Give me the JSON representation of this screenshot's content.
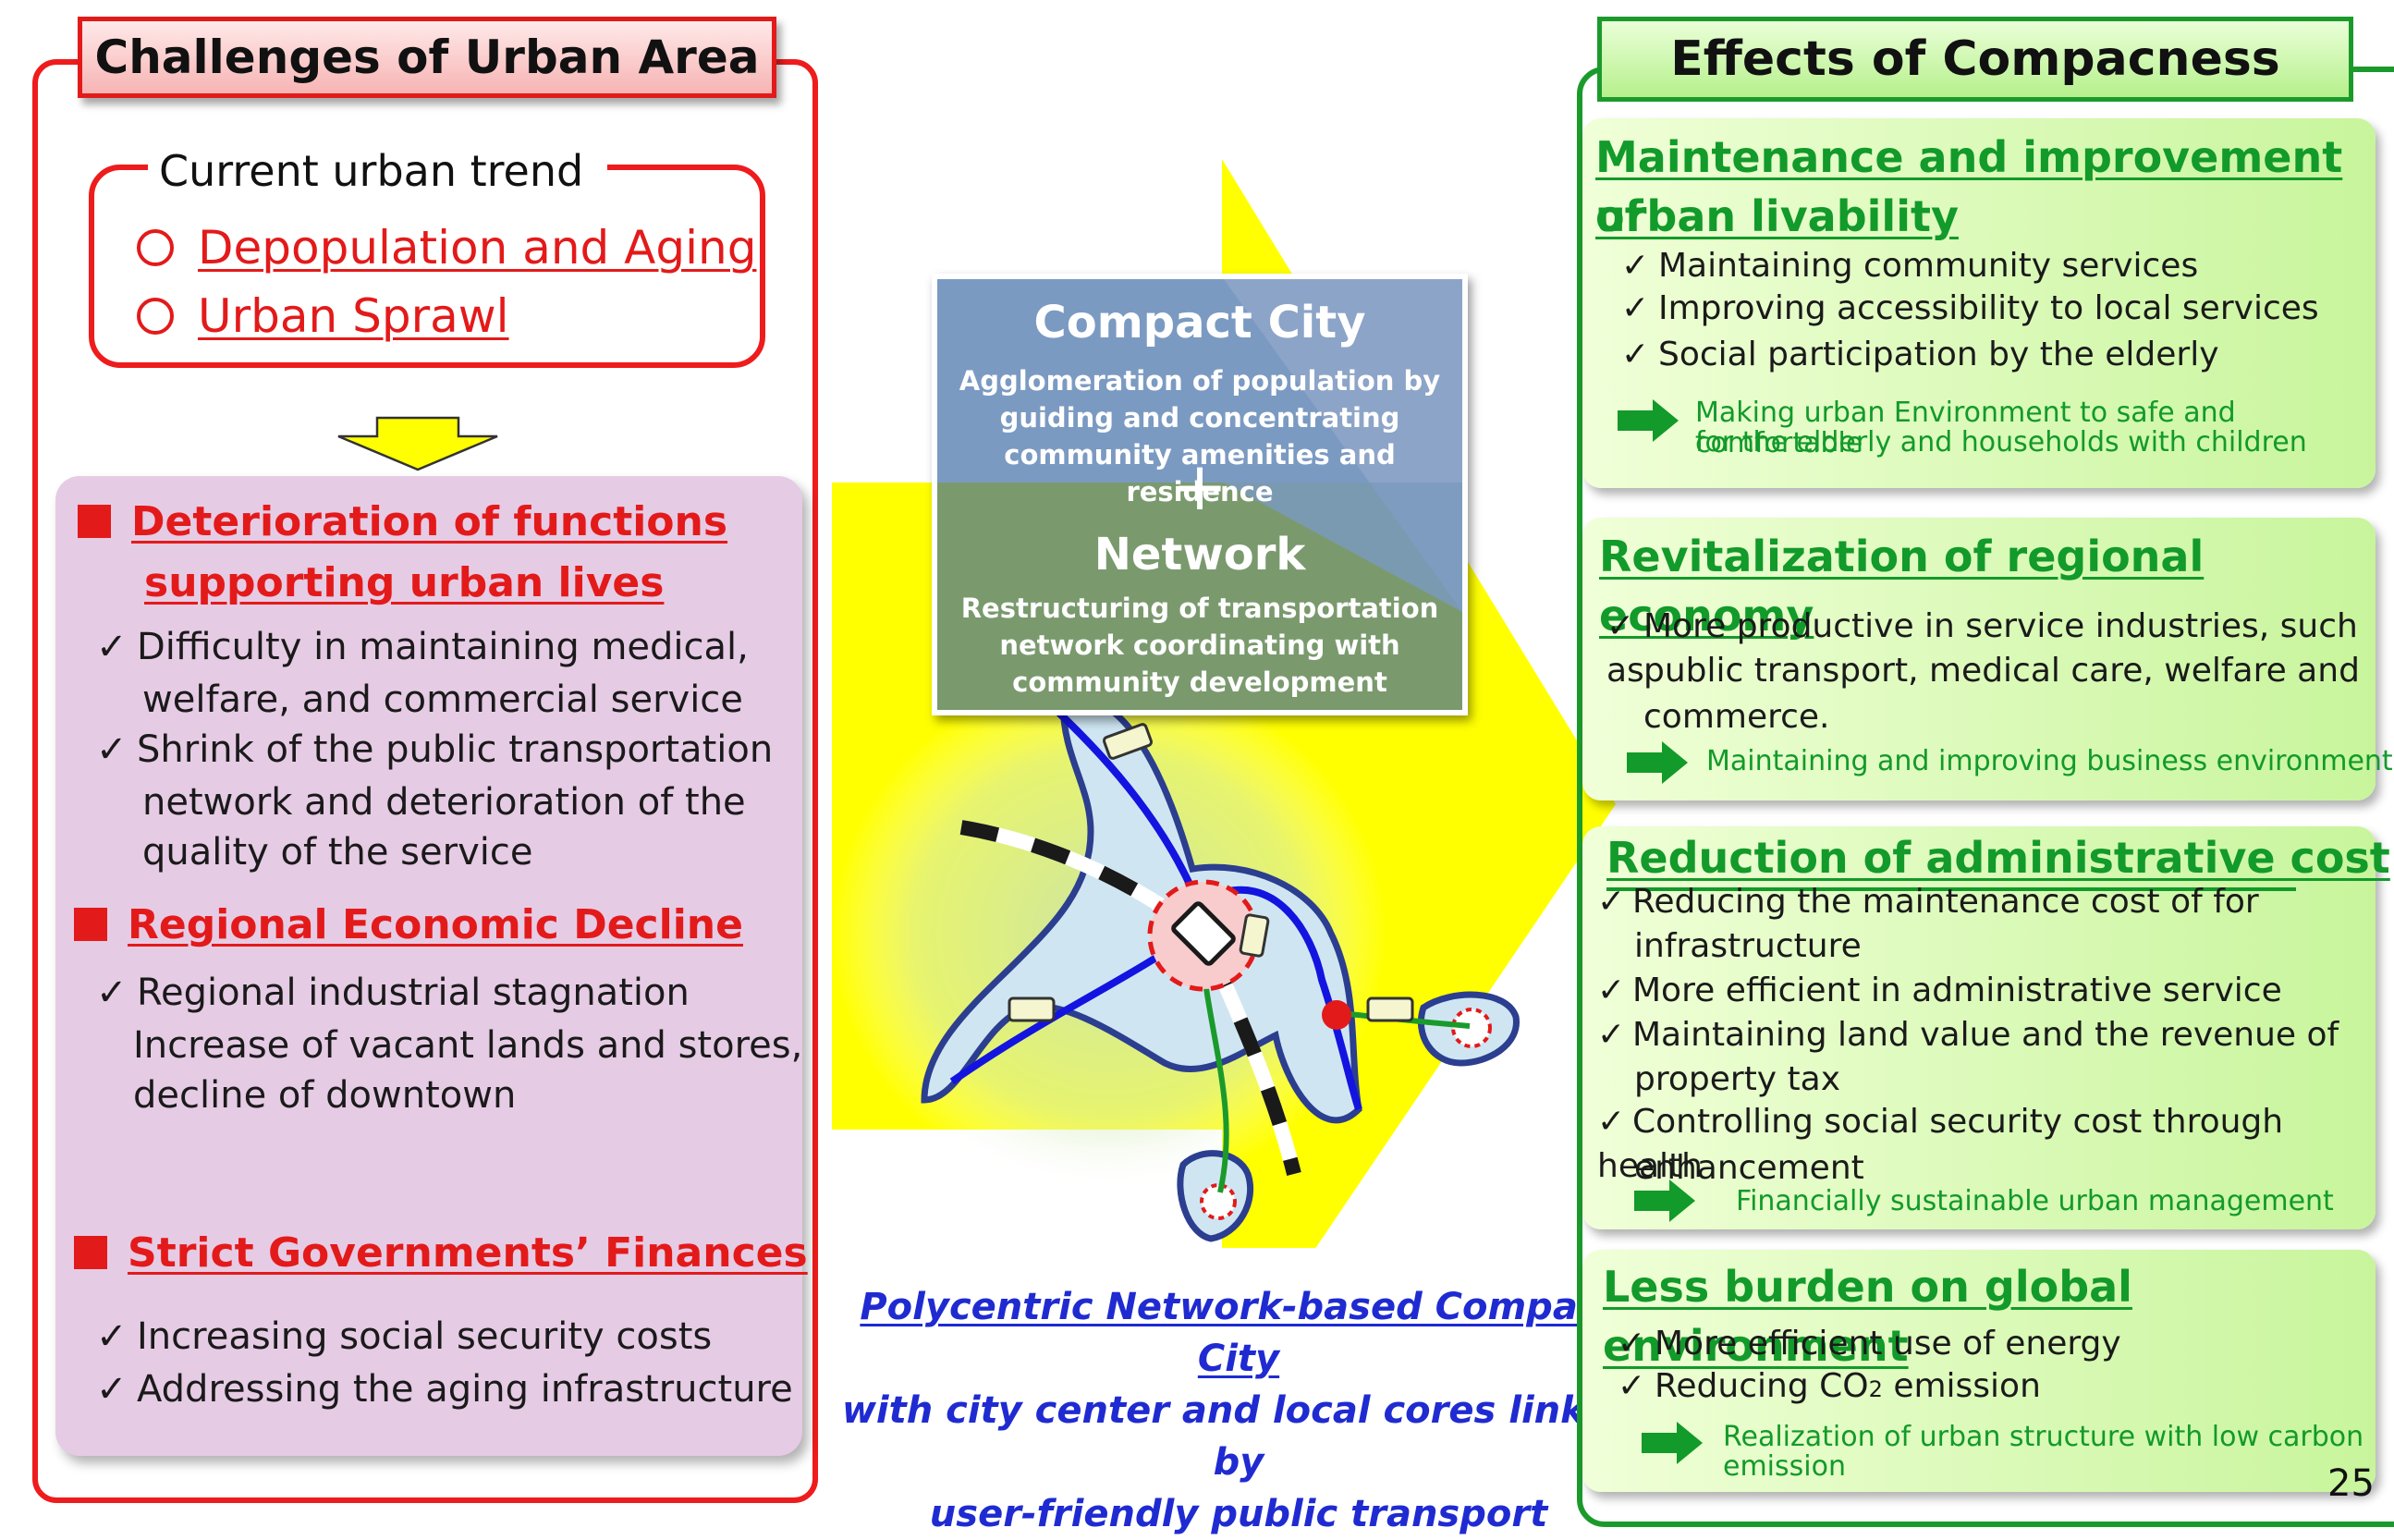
{
  "left": {
    "title": "Challenges of Urban Area",
    "trend_label": "Current urban trend",
    "trends": [
      "Depopulation and Aging",
      "Urban Sprawl"
    ],
    "sections": [
      {
        "head_line1": "Deterioration of functions",
        "head_line2": "supporting urban lives",
        "bullets": [
          {
            "line1": "Difficulty in maintaining medical,",
            "line2": "welfare, and commercial service"
          },
          {
            "line1": "Shrink of the public transportation",
            "line2": "network and deterioration of the",
            "line3": "quality of the service"
          }
        ]
      },
      {
        "head": "Regional Economic Decline",
        "bullet1": "Regional industrial stagnation",
        "text2": "Increase of vacant lands and stores,",
        "text3": "decline of downtown"
      },
      {
        "head": "Strict Governments’ Finances",
        "bullets": [
          "Increasing social security costs",
          "Addressing the aging infrastructure"
        ]
      }
    ]
  },
  "center": {
    "cc_title": "Compact City",
    "cc_desc": [
      "Agglomeration of population by",
      "guiding and concentrating",
      "community amenities and residence"
    ],
    "plus": "+",
    "net_title": "Network",
    "net_desc": [
      "Restructuring of transportation",
      "network coordinating with",
      "community development"
    ],
    "caption": [
      "Polycentric Network-based Compact City",
      "with city center and local cores linked by",
      "user-friendly public transport"
    ]
  },
  "right": {
    "title": "Effects of Compacness",
    "boxes": [
      {
        "head1": "Maintenance and improvement of",
        "head2": "urban livability",
        "bullets": [
          "Maintaining community services",
          "Improving accessibility to local services",
          "Social participation by the elderly"
        ],
        "result1": "Making urban Environment to safe and comfortable",
        "result2": "for the elderly and households with children"
      },
      {
        "head": "Revitalization of regional economy",
        "bullet": [
          "More productive in service industries, such as",
          "public transport, medical care, welfare and",
          "commerce."
        ],
        "result": "Maintaining and improving business environment"
      },
      {
        "head": "Reduction of administrative cost",
        "bullets": [
          {
            "line1": "Reducing the maintenance cost of for",
            "line2": "infrastructure"
          },
          {
            "line1": "More efficient in administrative service"
          },
          {
            "line1": "Maintaining land value and the revenue of",
            "line2": "property tax"
          },
          {
            "line1": "Controlling social security cost through health",
            "line2": "enhancement"
          }
        ],
        "result": "Financially sustainable urban management"
      },
      {
        "head": "Less burden on global environment",
        "bullets": [
          "More efficient use of energy",
          "Reducing CO",
          "2",
          " emission"
        ],
        "result1": "Realization of urban structure with low carbon",
        "result2": "emission"
      }
    ]
  },
  "check": "✓",
  "page_number": "25",
  "colors": {
    "red": "#e31a1a",
    "green": "#129a2a",
    "blue_caption": "#1f2bd1",
    "yellow": "#ffff00"
  }
}
